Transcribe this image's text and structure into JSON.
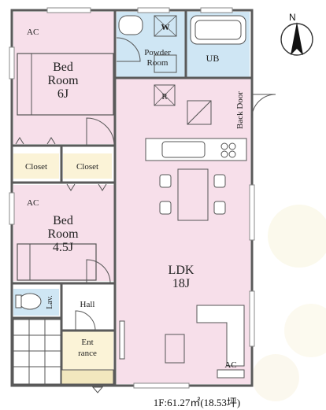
{
  "rooms": {
    "bedroom1": {
      "line1": "Bed",
      "line2": "Room",
      "line3": "6J"
    },
    "bedroom2": {
      "line1": "Bed",
      "line2": "Room",
      "line3": "4.5J"
    },
    "ldk": {
      "line1": "LDK",
      "line2": "18J"
    },
    "powder_room": {
      "line1": "Powder",
      "line2": "Room"
    },
    "ub": "UB",
    "hall": "Hall",
    "entrance": {
      "line1": "Ent",
      "line2": "rance"
    },
    "lav": "Lav.",
    "closet_left": "Closet",
    "closet_right": "Closet",
    "back_door": "Back Door"
  },
  "marks": {
    "ac_bedroom1": "AC",
    "ac_bedroom2": "AC",
    "ac_ldk": "AC",
    "w": "W",
    "r": "R"
  },
  "compass": {
    "label": "N"
  },
  "caption": "1F:61.27㎡(18.53坪)",
  "colors": {
    "pink": "#f7dfea",
    "blue": "#cfe6f4",
    "cream": "#fbf3d7",
    "wall": "#5a5a5a"
  }
}
